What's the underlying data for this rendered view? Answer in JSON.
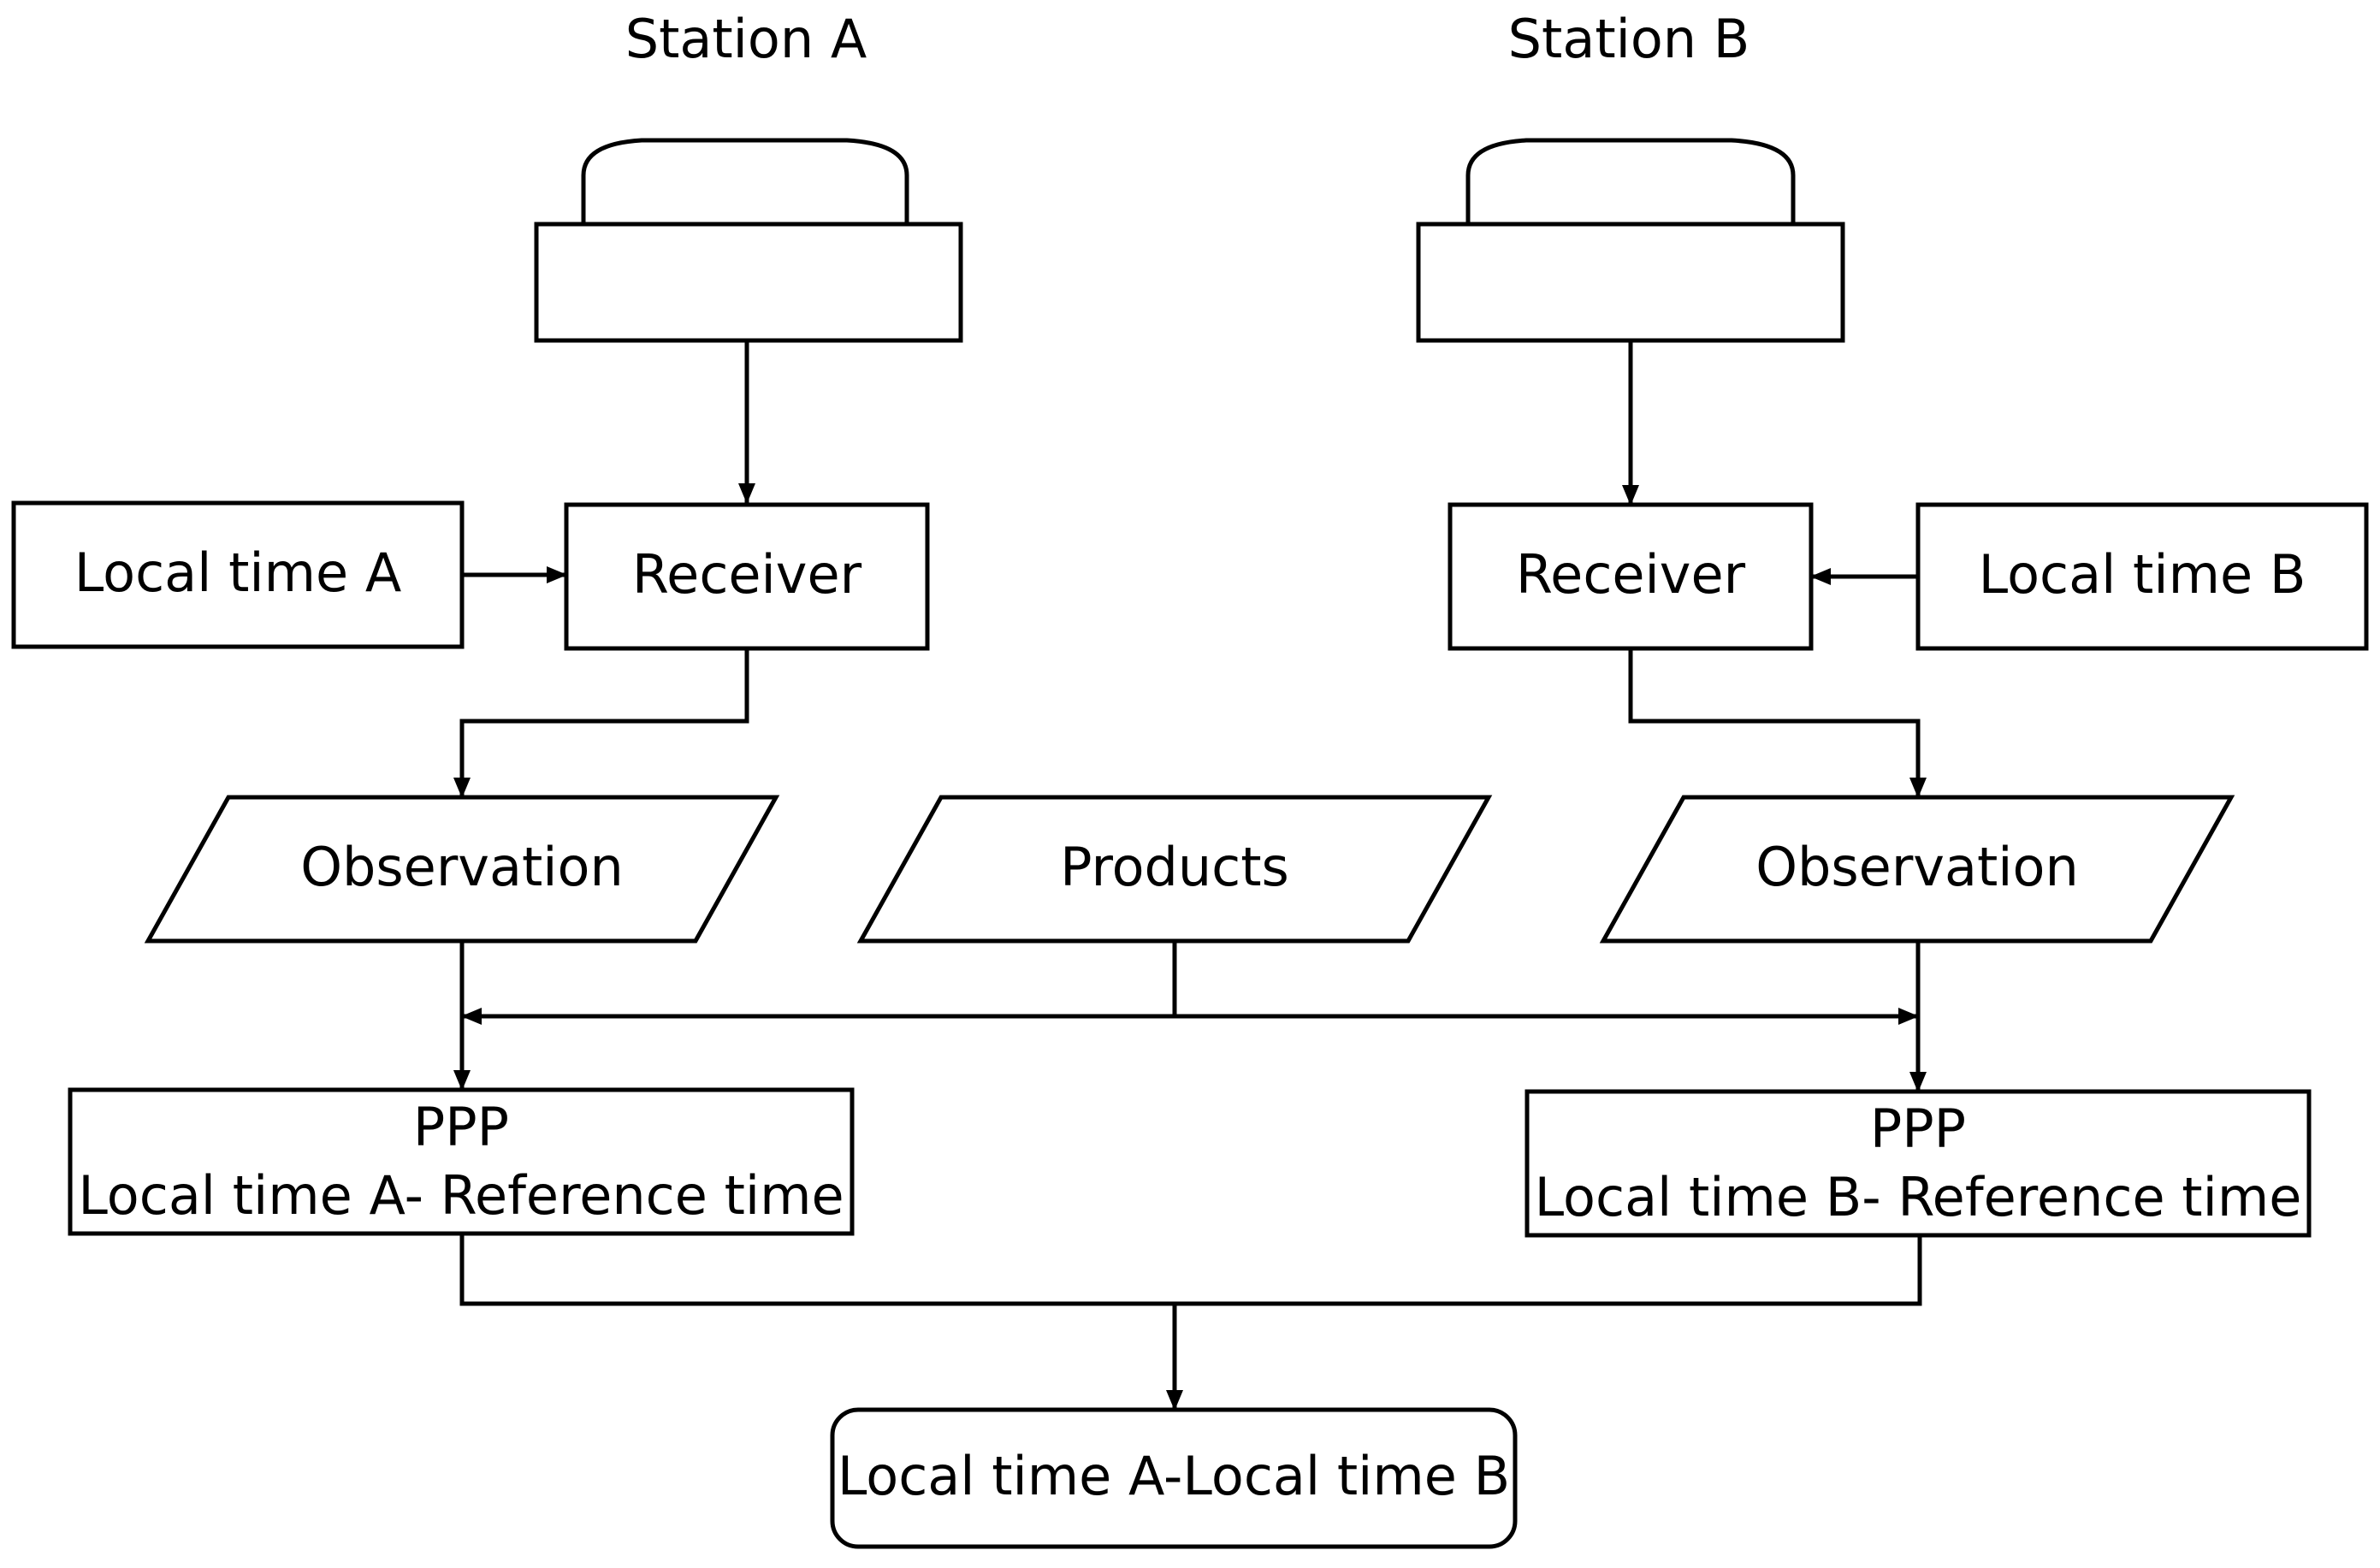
{
  "stations": {
    "a": {
      "title": "Station A"
    },
    "b": {
      "title": "Station B"
    }
  },
  "receivers": {
    "a": "Receiver",
    "b": "Receiver"
  },
  "clocks": {
    "a": "Local time A",
    "b": "Local time B"
  },
  "data_inputs": {
    "obs_a": "Observation",
    "products": "Products",
    "obs_b": "Observation"
  },
  "ppp": {
    "a": {
      "line1": "PPP",
      "line2": "Local time A- Reference time"
    },
    "b": {
      "line1": "PPP",
      "line2": "Local time B- Reference time"
    }
  },
  "result": "Local time A-Local time B",
  "colors": {
    "stroke": "#000000",
    "fill": "#ffffff"
  }
}
